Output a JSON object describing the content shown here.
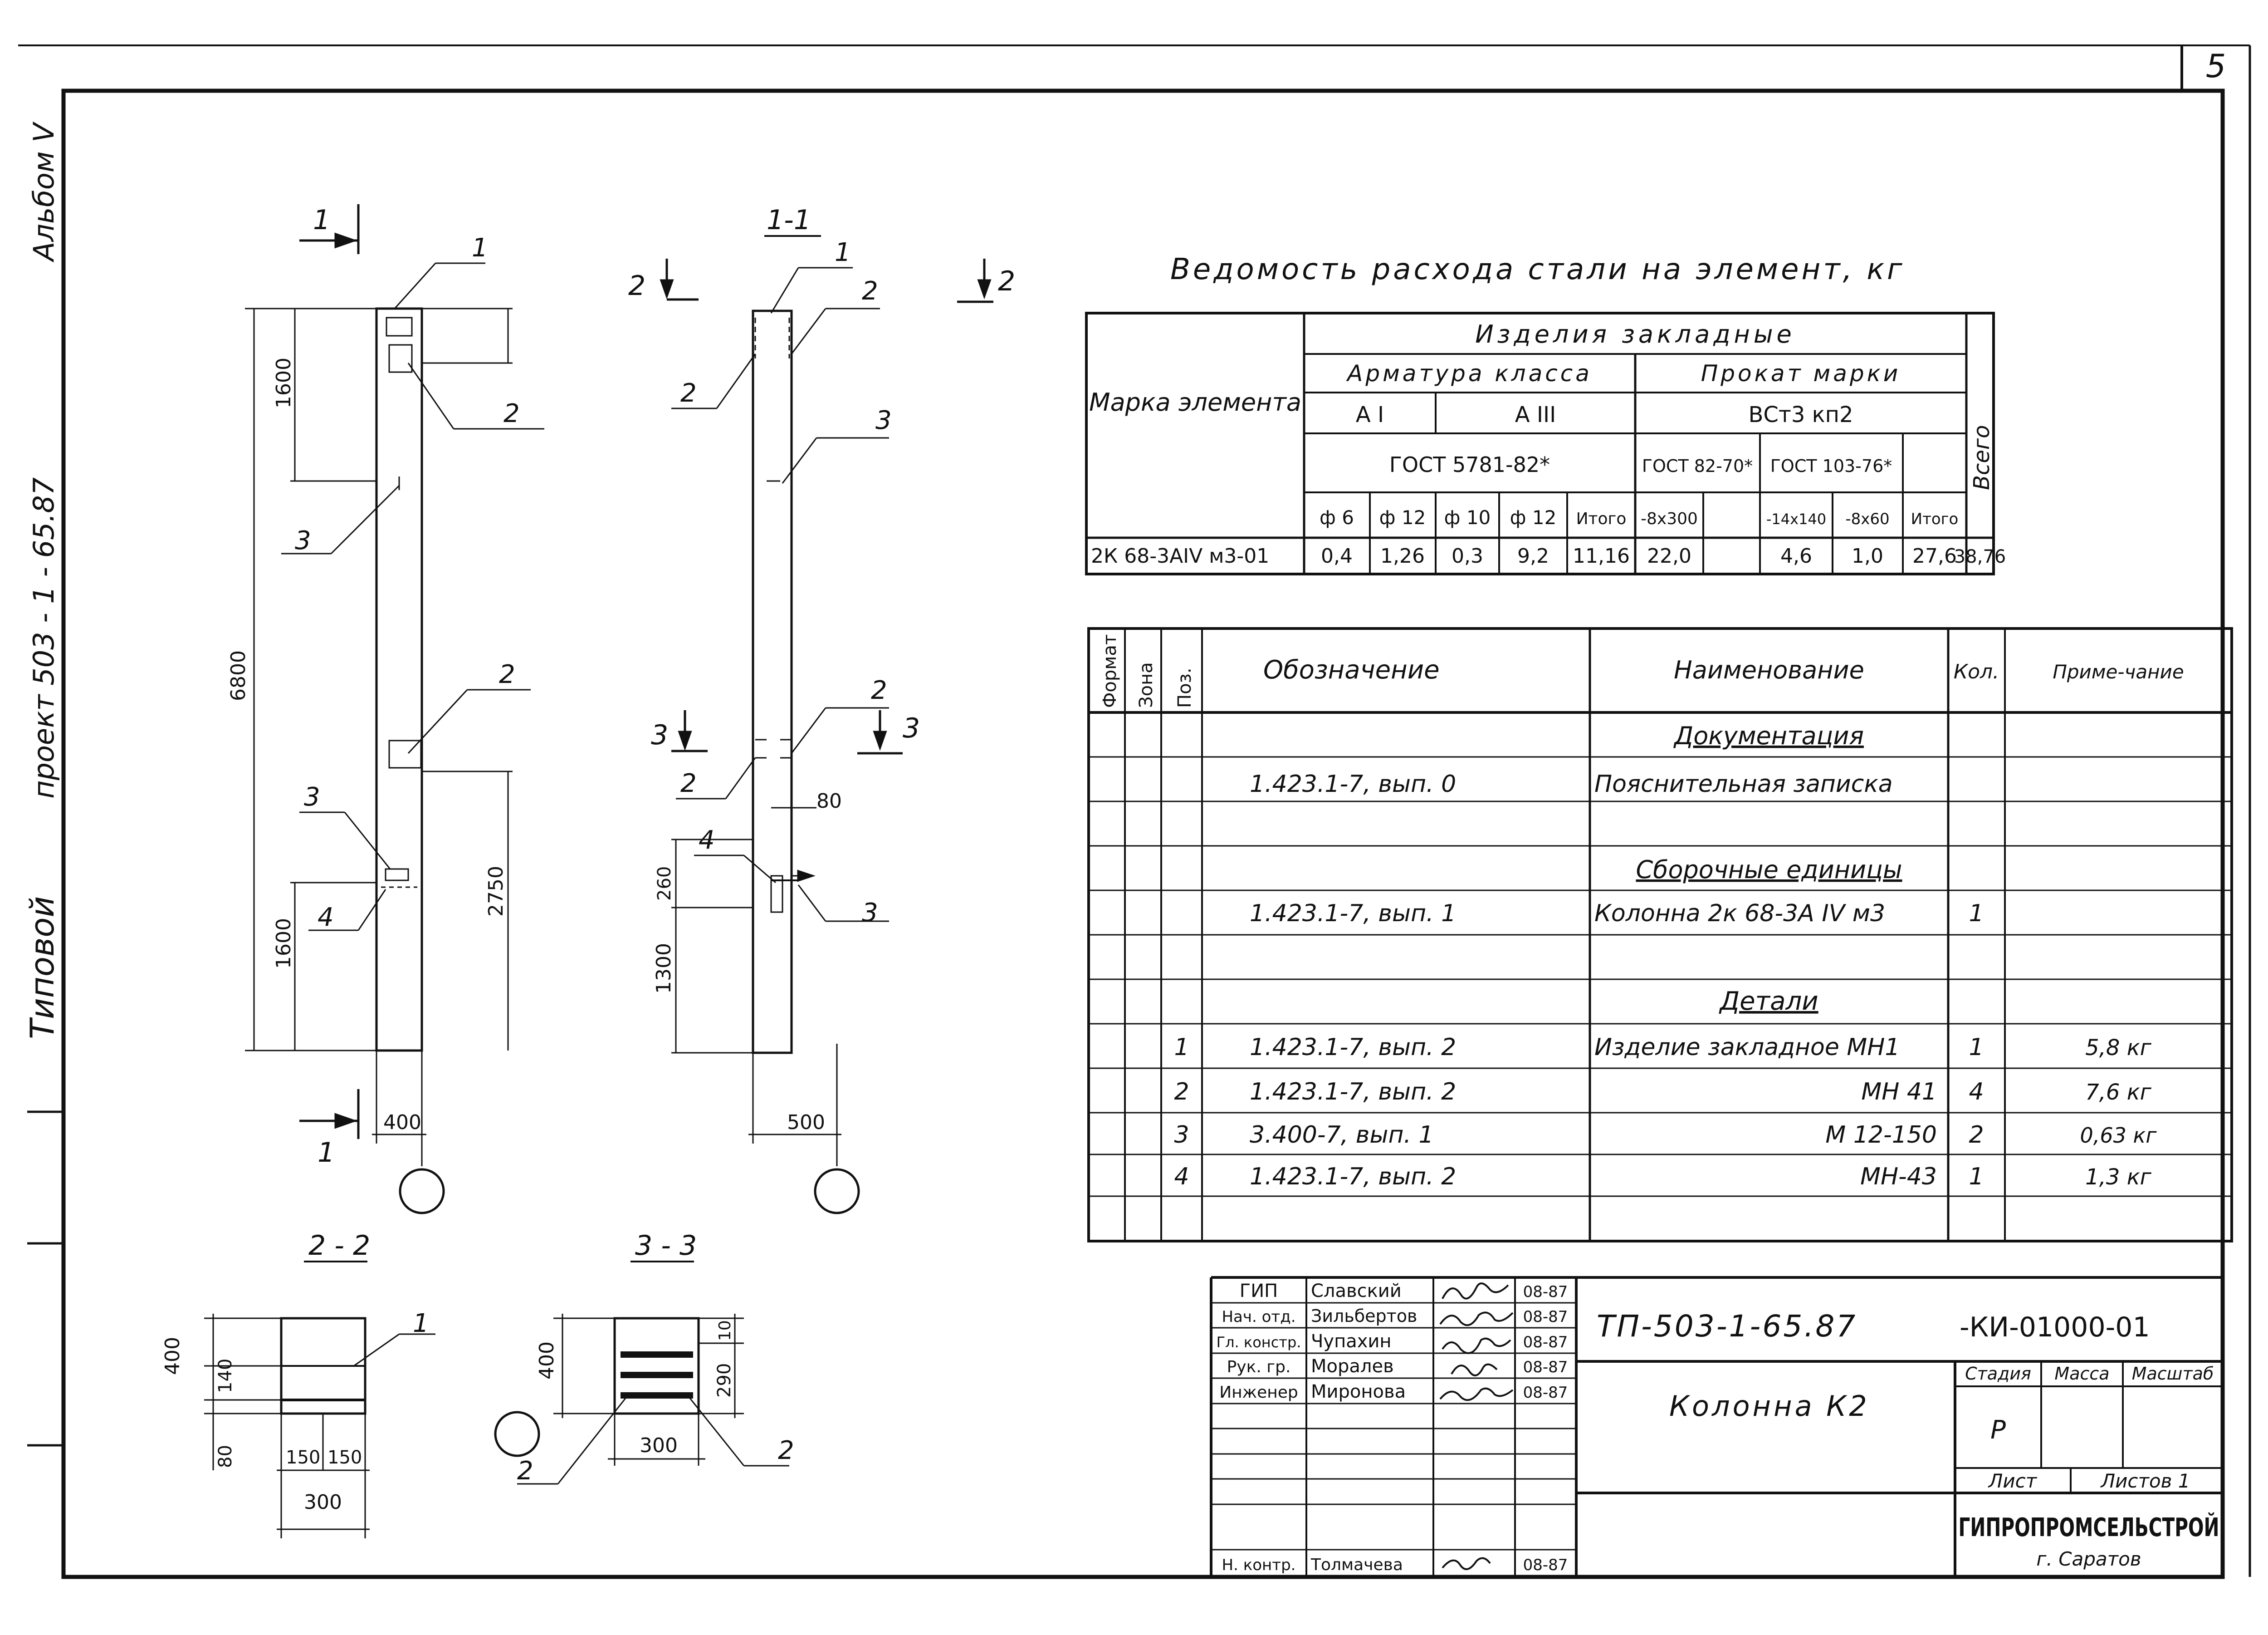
{
  "sheet": {
    "page_number": "5",
    "side_text": [
      "Альбом V",
      "проект 503 - 1 - 65.87",
      "Типовой"
    ]
  },
  "drawing": {
    "main_view_section_mark": "1",
    "section_1_1_title": "1-1",
    "section_2_2_title": "2 - 2",
    "section_3_3_title": "3 - 3",
    "cut_2": "2",
    "cut_3": "3",
    "dims": {
      "d6800": "6800",
      "d1600a": "1600",
      "d1600b": "1600",
      "d2750": "2750",
      "d400": "400",
      "d500": "500",
      "d1300": "1300",
      "d260": "260",
      "d80": "80",
      "s22_400": "400",
      "s22_140": "140",
      "s22_80": "80",
      "s22_150a": "150",
      "s22_150b": "150",
      "s22_300": "300",
      "s33_400": "400",
      "s33_10": "10",
      "s33_290": "290",
      "s33_300": "300"
    },
    "callouts": {
      "c1": "1",
      "c2": "2",
      "c3": "3",
      "c4": "4"
    }
  },
  "steel_table": {
    "title": "Ведомость расхода стали на элемент, кг",
    "mark_header": "Марка элемента",
    "group_header": "Изделия закладные",
    "armature_header": "Арматура класса",
    "rolled_header": "Прокат марки",
    "class_AI": "А I",
    "class_AIII": "А III",
    "steel_grade": "ВСт3 кп2",
    "gost_arm": "ГОСТ 5781-82*",
    "gost_82": "ГОСТ 82-70*",
    "gost_103": "ГОСТ 103-76*",
    "total_header": "Всего",
    "sub_headers": [
      "ф 6",
      "ф 12",
      "ф 10",
      "ф 12",
      "Итого",
      "-8х300",
      "",
      "-14х140",
      "-8х60",
      "Итого"
    ],
    "row": {
      "mark": "2К 68-3АIV м3-01",
      "values": [
        "0,4",
        "1,26",
        "0,3",
        "9,2",
        "11,16",
        "22,0",
        "",
        "4,6",
        "1,0",
        "27,6",
        "38,76"
      ]
    }
  },
  "spec_table": {
    "headers": {
      "format": "Формат",
      "zone": "Зона",
      "pos": "Поз.",
      "designation": "Обозначение",
      "name": "Наименование",
      "qty": "Кол.",
      "note": "Приме-чание"
    },
    "rows": [
      {
        "pos": "",
        "designation": "",
        "name": "Документация",
        "qty": "",
        "note": "",
        "section": true
      },
      {
        "pos": "",
        "designation": "1.423.1-7, вып. 0",
        "name": "Пояснительная записка",
        "qty": "",
        "note": ""
      },
      {
        "pos": "",
        "designation": "",
        "name": "",
        "qty": "",
        "note": ""
      },
      {
        "pos": "",
        "designation": "",
        "name": "Сборочные единицы",
        "qty": "",
        "note": "",
        "section": true
      },
      {
        "pos": "",
        "designation": "1.423.1-7, вып. 1",
        "name": "Колонна 2к 68-3А IV м3",
        "qty": "1",
        "note": ""
      },
      {
        "pos": "",
        "designation": "",
        "name": "",
        "qty": "",
        "note": ""
      },
      {
        "pos": "",
        "designation": "",
        "name": "Детали",
        "qty": "",
        "note": "",
        "section": true
      },
      {
        "pos": "1",
        "designation": "1.423.1-7, вып. 2",
        "name": "Изделие закладное МН1",
        "qty": "1",
        "note": "5,8 кг"
      },
      {
        "pos": "2",
        "designation": "1.423.1-7, вып. 2",
        "name": "МН 41",
        "qty": "4",
        "note": "7,6 кг"
      },
      {
        "pos": "3",
        "designation": "3.400-7, вып. 1",
        "name": "М 12-150",
        "qty": "2",
        "note": "0,63 кг"
      },
      {
        "pos": "4",
        "designation": "1.423.1-7, вып. 2",
        "name": "МН-43",
        "qty": "1",
        "note": "1,3 кг"
      },
      {
        "pos": "",
        "designation": "",
        "name": "",
        "qty": "",
        "note": ""
      }
    ]
  },
  "title_block": {
    "signatures": [
      {
        "role": "ГИП",
        "name": "Славский",
        "date": "08-87"
      },
      {
        "role": "Нач. отд.",
        "name": "Зильбертов",
        "date": "08-87"
      },
      {
        "role": "Гл. констр.",
        "name": "Чупахин",
        "date": "08-87"
      },
      {
        "role": "Рук. гр.",
        "name": "Моралев",
        "date": "08-87"
      },
      {
        "role": "Инженер",
        "name": "Миронова",
        "date": "08-87"
      },
      {
        "role": "",
        "name": "",
        "date": ""
      },
      {
        "role": "",
        "name": "",
        "date": ""
      },
      {
        "role": "",
        "name": "",
        "date": ""
      },
      {
        "role": "",
        "name": "",
        "date": ""
      },
      {
        "role": "Н. контр.",
        "name": "Толмачева",
        "date": "08-87"
      }
    ],
    "project_code": "ТП-503-1-65.87",
    "doc_code": "-КИ-01000-01",
    "element_name": "Колонна К2",
    "stage_label": "Стадия",
    "mass_label": "Масса",
    "scale_label": "Масштаб",
    "stage_value": "Р",
    "sheet_label": "Лист",
    "sheets_label": "Листов 1",
    "org": "ГИПРОПРОМСЕЛЬСТРОЙ",
    "city": "г. Саратов"
  }
}
